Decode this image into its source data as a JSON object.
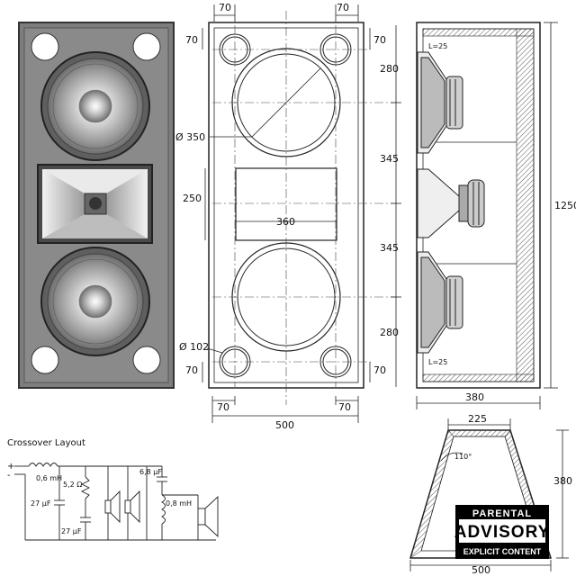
{
  "front_view": {
    "dim_top_left": "70",
    "dim_top_right": "70",
    "dim_corner_tl": "70",
    "dim_corner_tr": "70",
    "dim_corner_bl": "70",
    "dim_corner_br": "70",
    "dim_bottom_left": "70",
    "dim_bottom_right": "70",
    "woofer_diameter": "Ø 350",
    "horn_height": "250",
    "horn_width": "360",
    "port_diameter": "Ø 102",
    "section_1": "280",
    "section_2": "345",
    "section_3": "345",
    "section_4": "280",
    "overall_width": "500"
  },
  "side_view": {
    "panel_top": "L=25",
    "panel_bottom": "L=25",
    "overall_height": "1250",
    "depth": "380"
  },
  "top_view": {
    "top_width": "225",
    "angle": "110°",
    "depth": "380",
    "bottom_width": "500"
  },
  "crossover": {
    "title": "Crossover Layout",
    "input_plus": "+",
    "input_minus": "-",
    "inductor_1": "0,6 mH",
    "resistor": "5,2 Ω",
    "cap_27_a": "27 µF",
    "cap_27_b": "27 µF",
    "cap_68": "6,8 µF",
    "inductor_2": "0,8 mH"
  },
  "advisory": {
    "line1": "PARENTAL",
    "line2": "ADVISORY",
    "line3": "EXPLICIT CONTENT"
  }
}
